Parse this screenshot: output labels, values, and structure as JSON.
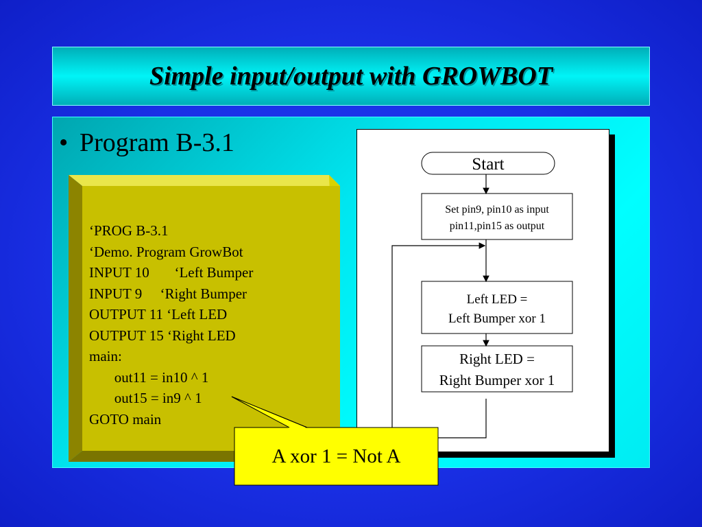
{
  "slide": {
    "title": "Simple input/output with GROWBOT",
    "bullet": "Program B-3.1",
    "bullet_symbol": "•"
  },
  "code": {
    "lines": [
      "‘PROG B-3.1",
      "‘Demo. Program GrowBot",
      "INPUT 10       ‘Left Bumper",
      "INPUT 9     ‘Right Bumper",
      "OUTPUT 11 ‘Left LED",
      "OUTPUT 15 ‘Right LED",
      "main:",
      "       out11 = in10 ^ 1",
      "       out15 = in9 ^ 1",
      "GOTO main"
    ]
  },
  "flowchart": {
    "start": "Start",
    "setup_line1": "Set pin9, pin10  as input",
    "setup_line2": "pin11,pin15 as output",
    "left_line1": "Left LED =",
    "left_line2": "Left Bumper xor 1",
    "right_line1": "Right LED =",
    "right_line2": "Right Bumper xor 1"
  },
  "callout": {
    "text": "A xor 1 = Not A"
  },
  "colors": {
    "background": "#1a30e6",
    "title_bar": "#00f4f7",
    "code_box": "#c8c000",
    "callout": "#ffff00"
  }
}
